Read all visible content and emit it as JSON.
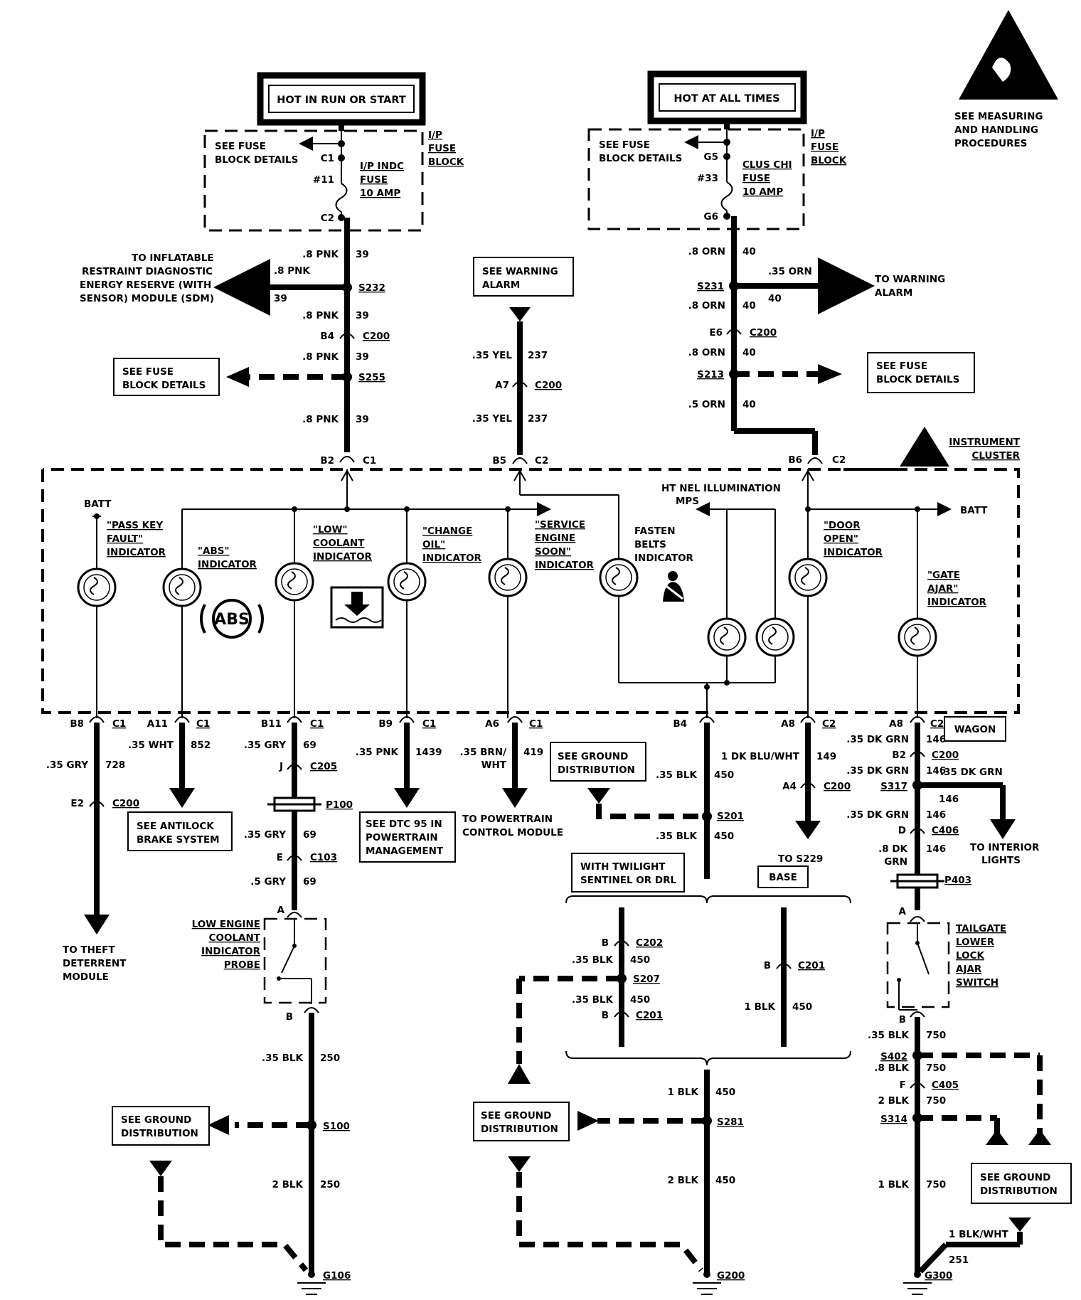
{
  "power": {
    "run": "HOT IN RUN OR START",
    "all": "HOT AT ALL TIMES"
  },
  "esd": {
    "note1": "SEE MEASURING",
    "note2": "AND HANDLING",
    "note3": "PROCEDURES",
    "ic1": "INSTRUMENT",
    "ic2": "CLUSTER"
  },
  "fuse1": {
    "see1": "SEE FUSE",
    "see2": "BLOCK DETAILS",
    "top": "C1",
    "bot": "C2",
    "num": "#11",
    "n1": "I/P INDC",
    "n2": "FUSE",
    "n3": "10 AMP",
    "b1": "I/P",
    "b2": "FUSE",
    "b3": "BLOCK"
  },
  "fuse2": {
    "see1": "SEE FUSE",
    "see2": "BLOCK DETAILS",
    "top": "G5",
    "bot": "G6",
    "num": "#33",
    "n1": "CLUS CHI",
    "n2": "FUSE",
    "n3": "10 AMP",
    "b1": "I/P",
    "b2": "FUSE",
    "b3": "BLOCK"
  },
  "left": {
    "w1": ".8 PNK",
    "c1": "39",
    "inf1": "TO INFLATABLE",
    "inf2": "RESTRAINT DIAGNOSTIC",
    "inf3": "ENERGY RESERVE (WITH",
    "inf4": "SENSOR) MODULE (SDM)",
    "infw": ".8 PNK",
    "infc": "39",
    "s232": "S232",
    "w2": ".8 PNK",
    "c2": "39",
    "b4": "B4",
    "c200": "C200",
    "w3": ".8 PNK",
    "c3": "39",
    "sf1": "SEE FUSE",
    "sf2": "BLOCK DETAILS",
    "s255": "S255",
    "w4": ".8 PNK",
    "c4": "39",
    "pin": "B2",
    "conn": "C1"
  },
  "mid": {
    "wa1": "SEE WARNING",
    "wa2": "ALARM",
    "w1": ".35 YEL",
    "c1": "237",
    "a7": "A7",
    "c200": "C200",
    "w2": ".35 YEL",
    "c2": "237",
    "pin": "B5",
    "conn": "C2"
  },
  "right": {
    "w1": ".8 ORN",
    "c1": "40",
    "s231": "S231",
    "tw": ".35 ORN",
    "tc": "40",
    "to1": "TO WARNING",
    "to2": "ALARM",
    "w2": ".8 ORN",
    "c2": "40",
    "e6": "E6",
    "c200": "C200",
    "w3": ".8 ORN",
    "c3": "40",
    "s213": "S213",
    "sf1": "SEE FUSE",
    "sf2": "BLOCK DETAILS",
    "w4": ".5 ORN",
    "c4": "40",
    "pin": "B6",
    "conn": "C2"
  },
  "cluster": {
    "batt1": "BATT",
    "batt2": "BATT",
    "pk1": "\"PASS KEY",
    "pk2": "FAULT\"",
    "pk3": "INDICATOR",
    "abs1": "\"ABS\"",
    "abs2": "INDICATOR",
    "abs_sym": "ABS",
    "low1": "\"LOW\"",
    "low2": "COOLANT",
    "low3": "INDICATOR",
    "oil1": "\"CHANGE",
    "oil2": "OIL\"",
    "oil3": "INDICATOR",
    "ses1": "\"SERVICE",
    "ses2": "ENGINE",
    "ses3": "SOON\"",
    "ses4": "INDICATOR",
    "fb1": "FASTEN",
    "fb2": "BELTS",
    "fb3": "INDICATOR",
    "pn1": "HT NEL ILLUMINATION",
    "pn2": "MPS",
    "do1": "\"DOOR",
    "do2": "OPEN\"",
    "do3": "INDICATOR",
    "ga1": "\"GATE",
    "ga2": "AJAR\"",
    "ga3": "INDICATOR"
  },
  "bottom": {
    "b8": "B8",
    "b8c": "C1",
    "b8w": ".35 GRY",
    "b8n": "728",
    "e2": "E2",
    "e2c": "C200",
    "thf1": "TO THEFT",
    "thf2": "DETERRENT",
    "thf3": "MODULE",
    "a11": "A11",
    "a11c": "C1",
    "a11w": ".35 WHT",
    "a11n": "852",
    "abs1": "SEE ANTILOCK",
    "abs2": "BRAKE SYSTEM",
    "b11": "B11",
    "b11c": "C1",
    "b11w": ".35 GRY",
    "b11n": "69",
    "j": "J",
    "c205": "C205",
    "p100": "P100",
    "w69b": ".35 GRY",
    "n69b": "69",
    "e": "E",
    "c103": "C103",
    "w69c": ".5 GRY",
    "n69c": "69",
    "a": "A",
    "lp1": "LOW ENGINE",
    "lp2": "COOLANT",
    "lp3": "INDICATOR",
    "lp4": "PROBE",
    "b": "B",
    "w250": ".35 BLK",
    "n250": "250",
    "s100": "S100",
    "w250b": "2 BLK",
    "n250b": "250",
    "g106": "G106",
    "sg1a": "SEE GROUND",
    "sg1b": "DISTRIBUTION",
    "b9": "B9",
    "b9c": "C1",
    "b9w": ".35 PNK",
    "b9n": "1439",
    "dtc1": "SEE DTC 95 IN",
    "dtc2": "POWERTRAIN",
    "dtc3": "MANAGEMENT",
    "a6": "A6",
    "a6c": "C1",
    "a6w1": ".35 BRN/",
    "a6w2": "WHT",
    "a6n": "419",
    "pcm1": "TO POWERTRAIN",
    "pcm2": "CONTROL MODULE",
    "b4": "B4",
    "sg2a": "SEE GROUND",
    "sg2b": "DISTRIBUTION",
    "b4w": ".35 BLK",
    "b4n": "450",
    "s201": "S201",
    "b4w2": ".35 BLK",
    "b4n2": "450",
    "tw1": "WITH TWILIGHT",
    "tw2": "SENTINEL OR DRL",
    "base": "BASE",
    "bb": "B",
    "c202": "C202",
    "w450a": ".35 BLK",
    "n450a": "450",
    "s207": "S207",
    "w450b": ".35 BLK",
    "n450b": "450",
    "bb2": "B",
    "c201a": "C201",
    "bb3": "B",
    "c201b": "C201",
    "w450c": "1 BLK",
    "n450c": "450",
    "w450d": "1 BLK",
    "n450d": "450",
    "s281": "S281",
    "sg3a": "SEE GROUND",
    "sg3b": "DISTRIBUTION",
    "w450e": "2 BLK",
    "n450e": "450",
    "g200": "G200",
    "a8": "A8",
    "a8c": "C2",
    "a8w": "1 DK BLU/WHT",
    "a8n": "149",
    "a4": "A4",
    "a4c": "C200",
    "s229": "TO S229",
    "a8b": "A8",
    "a8bc": "C2",
    "wagon": "WAGON",
    "gw1": ".35 DK GRN",
    "gn1": "146",
    "b2": "B2",
    "b2c": "C200",
    "gw2": ".35 DK GRN",
    "gn2": "146",
    "s317": "S317",
    "gw3": ".35 DK GRN",
    "gn3": "146",
    "int1": "TO  INTERIOR",
    "int2": "LIGHTS",
    "gw4": ".35 DK GRN",
    "gn4": "146",
    "dd": "D",
    "c406": "C406",
    "gw5a": ".8 DK",
    "gw5b": "GRN",
    "gn5": "146",
    "p403": "P403",
    "aa": "A",
    "tg1": "TAILGATE",
    "tg2": "LOWER",
    "tg3": "LOCK",
    "tg4": "AJAR",
    "tg5": "SWITCH",
    "bbb": "B",
    "w750a": ".35 BLK",
    "n750a": "750",
    "s402": "S402",
    "w750b": ".8 BLK",
    "n750b": "750",
    "ff": "F",
    "c405": "C405",
    "w750c": "2 BLK",
    "n750c": "750",
    "s314": "S314",
    "sg4a": "SEE GROUND",
    "sg4b": "DISTRIBUTION",
    "w750d": "1 BLK",
    "n750d": "750",
    "bw": "1 BLK/WHT",
    "bn": "251",
    "g300": "G300"
  }
}
